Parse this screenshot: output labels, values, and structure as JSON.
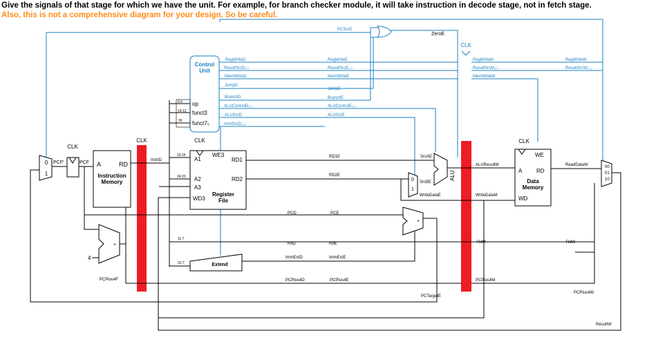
{
  "instructions": {
    "line1": "Give the signals of that stage for which we have the unit. For example, for branch checker module, it will take instruction in decode stage, not in fetch stage.",
    "line2": "Also, this is not a comprehensive diagram for your design. So be careful."
  },
  "colors": {
    "signal_blue": "#1a7fc1",
    "wire_black": "#000000",
    "register_red": "#ee1c24",
    "warning_orange": "#ff8c1a"
  },
  "labels": {
    "pcsrce": "PCSrcE",
    "zeroe": "ZeroE",
    "clk": "CLK",
    "clk_f": "CLK",
    "clk_d": "CLK",
    "clk_e": "CLK",
    "clk_dm": "CLK",
    "pcf_prime": "PCF'",
    "pcf": "PCF",
    "mux_pc_0": "0",
    "mux_pc_1": "1",
    "im_a": "A",
    "im_rd": "RD",
    "im_name": "Instruction\nMemory",
    "instrd": "InstrD",
    "control_name": "Control\nUnit",
    "op": "op",
    "funct3": "funct3",
    "funct7": "funct7₅",
    "bits_6_0": "6:0",
    "bits_14_12": "14:12",
    "bits_30": "30",
    "bits_19_15": "19:15",
    "bits_24_20": "24:20",
    "bits_11_7": "11:7",
    "bits_31_7": "31:7",
    "regwrited": "RegWriteD",
    "resultsrcd": "ResultSrcD₁:₀",
    "memwrited": "MemWriteD",
    "jumpd": "JumpD",
    "branchd": "BranchD",
    "alucontrold": "ALUControlD₂:₀",
    "alusrcd": "ALUSrcD",
    "immsrcd": "ImmSrcD₁:₀",
    "regwritee": "RegWriteE",
    "resultsrce": "ResultSrcE₁:₀",
    "memwritee": "MemWriteE",
    "jumpe": "JumpE",
    "branche": "BranchE",
    "alucontrole": "ALUControlE₂:₀",
    "alusrce": "ALUSrcE",
    "regwritem": "RegWriteM",
    "resultsrcm": "ResultSrcM₁:₀",
    "memwritem": "MemWriteM",
    "regwritew": "RegWriteW",
    "resultsrcw": "ResultSrcW₁:₀",
    "we3": "WE3",
    "a1": "A1",
    "a2": "A2",
    "a3": "A3",
    "wd3": "WD3",
    "rd1": "RD1",
    "rd2": "RD2",
    "rf_name": "Register\nFile",
    "rd1e": "RD1E",
    "rd2e": "RD2E",
    "srcae": "SrcAE",
    "srcbe": "SrcBE",
    "writedatae": "WriteDataE",
    "alu": "ALU",
    "mux_b_0": "0",
    "mux_b_1": "1",
    "aluresultm": "ALUResultM",
    "writedatam": "WriteDataM",
    "dm_we": "WE",
    "dm_a": "A",
    "dm_rd": "RD",
    "dm_wd": "WD",
    "dm_name": "Data\nMemory",
    "readdataw": "ReadDataW",
    "mux_r_00": "00",
    "mux_r_01": "01",
    "mux_r_10": "10",
    "pcd": "PCD",
    "pce": "PCE",
    "rdd": "RdD",
    "rde": "RdE",
    "rdm": "RdM",
    "rdw": "RdW",
    "immextd": "ImmExtD",
    "immexte": "ImmExtE",
    "extend": "Extend",
    "pcplus4f": "PCPlus4F",
    "pcplus4d": "PCPlus4D",
    "pcplus4e": "PCPlus4E",
    "pcplus4m": "PCPlus4M",
    "pcplus4w": "PCPlus4W",
    "pctargete": "PCTargetE",
    "resultw": "ResultW",
    "four": "4",
    "plus": "+"
  }
}
